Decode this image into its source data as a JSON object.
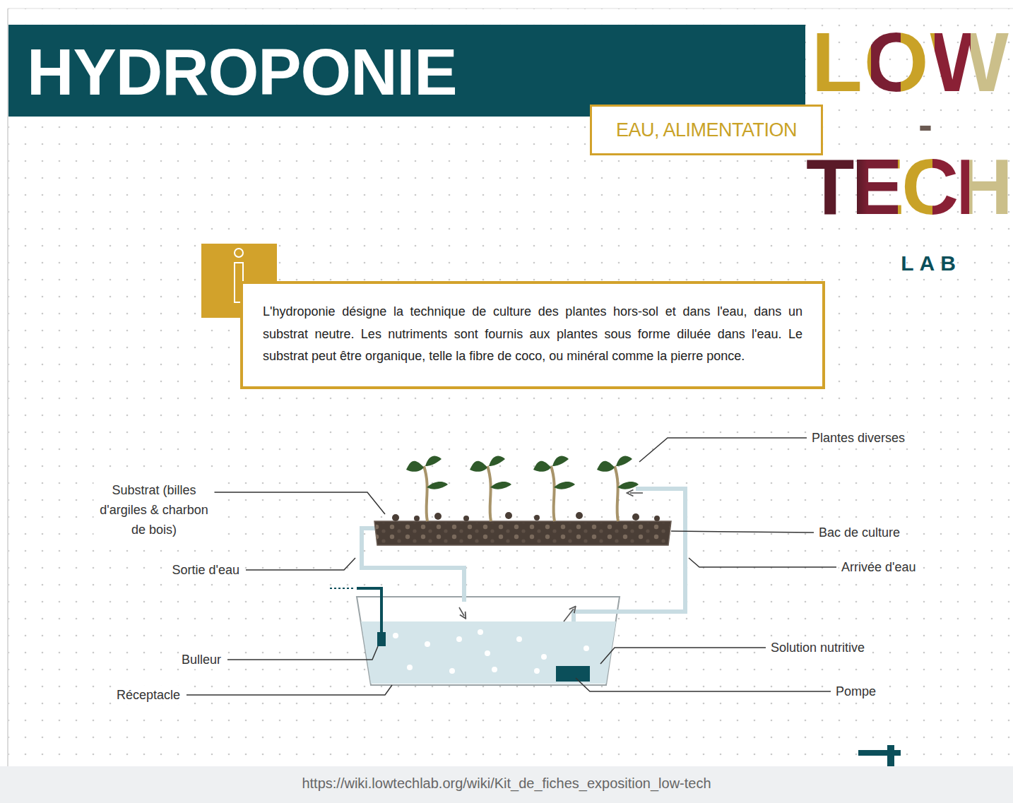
{
  "diagram": {
    "title": "HYDROPONIE",
    "caption": "https://wiki.lowtechlab.org/wiki/Kit_de_fiches_exposition_low-tech",
    "nodes": [
      {
        "text": [
          "EAU, ALIMENTATION"
        ]
      },
      {
        "text": [
          "L'hydroponie désigne la technique de culture des plantes hors-sol et dans l'eau, dans un substrat neutre. Les nutriments sont fournis aux plantes sous forme diluée dans l'eau. Le substrat peut être organique, telle la fibre de coco, ou minéral comme la pierre ponce."
        ]
      }
    ],
    "labels": [
      "LOW",
      "-",
      "TECH",
      "LAB",
      "Plantes diverses",
      "Substrat (billes d'argiles & charbon de bois)",
      "Bac de culture",
      "Sortie d'eau",
      "Arrivée d'eau",
      "Bulleur",
      "Solution nutritive",
      "Réceptacle",
      "Pompe"
    ]
  }
}
